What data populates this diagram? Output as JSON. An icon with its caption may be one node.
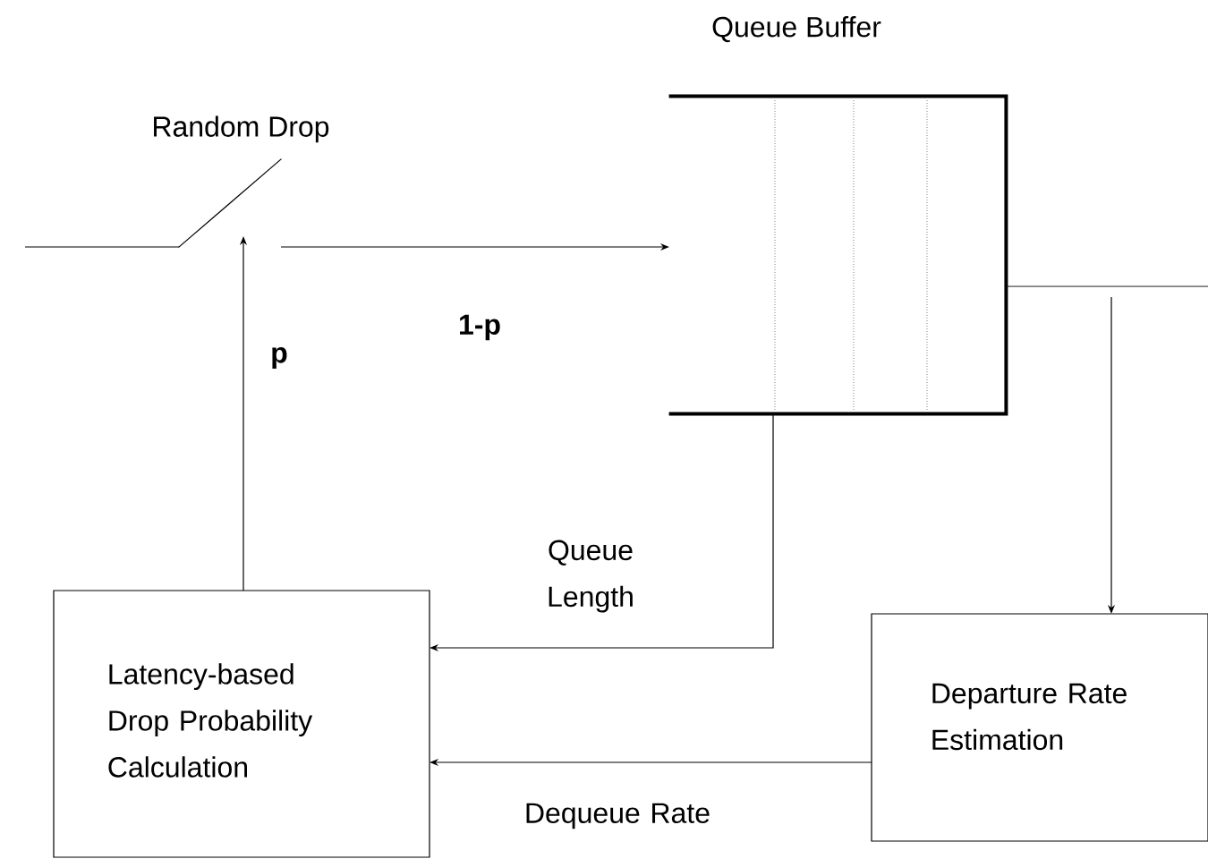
{
  "diagram": {
    "nodes": [
      {
        "text": [
          "Random Drop"
        ]
      },
      {
        "text": [
          "Queue Buffer"
        ]
      },
      {
        "text": [
          "Latency-based Drop Probability Calculation"
        ]
      },
      {
        "text": [
          "Departure Rate Estimation"
        ]
      }
    ],
    "edges": [
      {
        "from": null,
        "to": 0,
        "arrow": "none"
      },
      {
        "from": 0,
        "to": 1,
        "arrow": "to",
        "label": "1-p"
      },
      {
        "from": 2,
        "to": 0,
        "arrow": "to",
        "label": "p"
      },
      {
        "from": 1,
        "to": 2,
        "arrow": "to",
        "label": "Queue Length"
      },
      {
        "from": 1,
        "to": null,
        "arrow": "none"
      },
      {
        "from": 1,
        "to": 3,
        "arrow": "to"
      },
      {
        "from": 3,
        "to": 2,
        "arrow": "to",
        "label": "Dequeue Rate"
      }
    ]
  }
}
